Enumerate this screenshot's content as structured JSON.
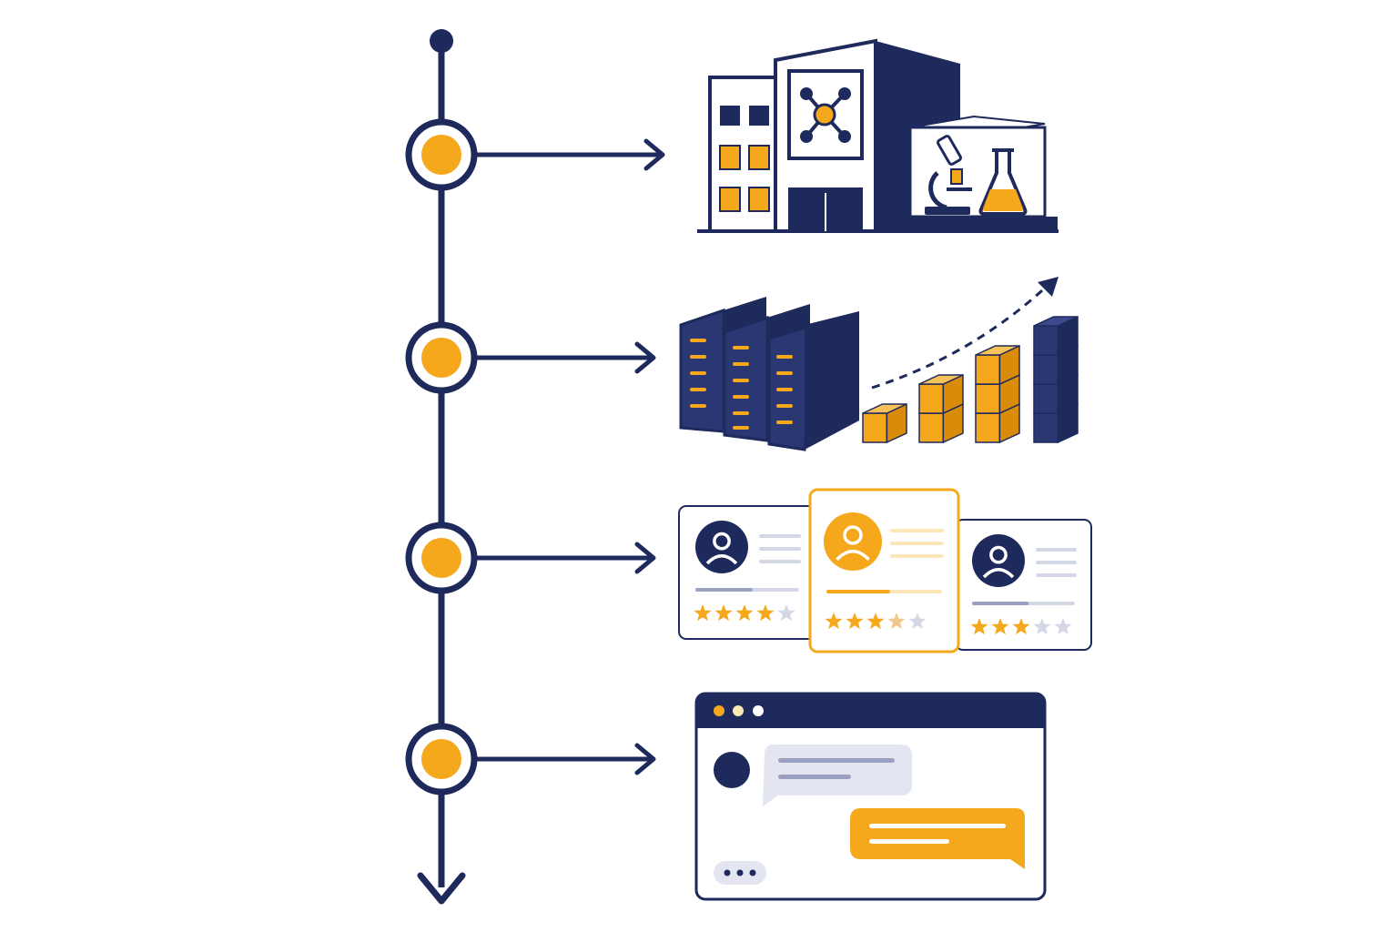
{
  "colors": {
    "navy": "#1f2a5c",
    "accent": "#f5a81c",
    "accent_light": "#fde7b8",
    "muted": "#d4d7e6",
    "background": "#ffffff"
  },
  "timeline": {
    "direction": "top-to-bottom",
    "steps": [
      {
        "id": "research-lab",
        "icon": "research-lab-building-icon"
      },
      {
        "id": "scaling-infrastructure",
        "icon": "servers-growth-icon"
      },
      {
        "id": "expert-reviews",
        "icon": "rated-profile-cards-icon"
      },
      {
        "id": "chat-interface",
        "icon": "chat-window-icon"
      }
    ]
  },
  "growth_chart": {
    "bar_stack_heights": [
      1,
      2,
      3,
      4
    ],
    "trend": "rising"
  },
  "profile_cards": [
    {
      "rating": 4,
      "max": 5,
      "highlighted": false
    },
    {
      "rating": 3.5,
      "max": 5,
      "highlighted": true
    },
    {
      "rating": 3,
      "max": 5,
      "highlighted": false
    }
  ],
  "chat_window": {
    "window_dots": 3,
    "messages": [
      {
        "side": "left"
      },
      {
        "side": "right"
      }
    ],
    "typing_indicator": true
  }
}
